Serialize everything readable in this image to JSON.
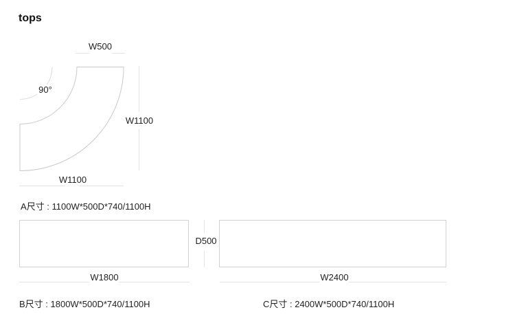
{
  "page": {
    "title": "tops"
  },
  "colors": {
    "background": "#ffffff",
    "shape_outline": "#c9c9c9",
    "angle_arc": "#dcdcdc",
    "dimension_line": "#e4e4e4",
    "text": "#1f1f1f"
  },
  "items": {
    "a": {
      "name": "A",
      "shape": "90-degree quarter-annulus curved top, plan view",
      "angle_label": "90°",
      "dim_top": "W500",
      "dim_right": "W1100",
      "dim_bottom": "W1100",
      "caption": "A尺寸 : 1100W*500D*740/1100H"
    },
    "b": {
      "name": "B",
      "shape": "rectangular top, plan view",
      "dim_width": "W1800",
      "caption": "B尺寸 : 1800W*500D*740/1100H"
    },
    "c": {
      "name": "C",
      "shape": "rectangular top, plan view",
      "dim_width": "W2400",
      "caption": "C尺寸 : 2400W*500D*740/1100H"
    },
    "shared_depth_label": "D500"
  }
}
